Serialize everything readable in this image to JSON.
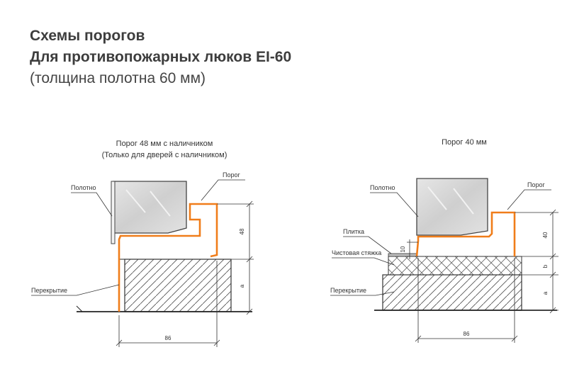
{
  "header": {
    "line1": "Схемы порогов",
    "line2": "Для противопожарных люков EI-60",
    "line3": "(толщина полотна 60 мм)"
  },
  "left": {
    "caption1": "Порог 48 мм с наличником",
    "caption2": "(Только для дверей с наличником)",
    "label_leaf": "Полотно",
    "label_threshold": "Порог",
    "label_floor": "Перекрытие",
    "dim_height": "48",
    "dim_lower": "а",
    "dim_width": "86"
  },
  "right": {
    "caption": "Порог 40 мм",
    "label_leaf": "Полотно",
    "label_threshold": "Порог",
    "label_tile": "Плитка",
    "label_screed": "Чистовая стяжка",
    "label_floor": "Перекрытие",
    "dim_tile": "10",
    "dim_height": "40",
    "dim_screed": "b",
    "dim_lower": "а",
    "dim_width": "86"
  },
  "colors": {
    "threshold": "#f07d1a",
    "line": "#2a2a2a",
    "leaf_fill": "#d9d9d9"
  }
}
